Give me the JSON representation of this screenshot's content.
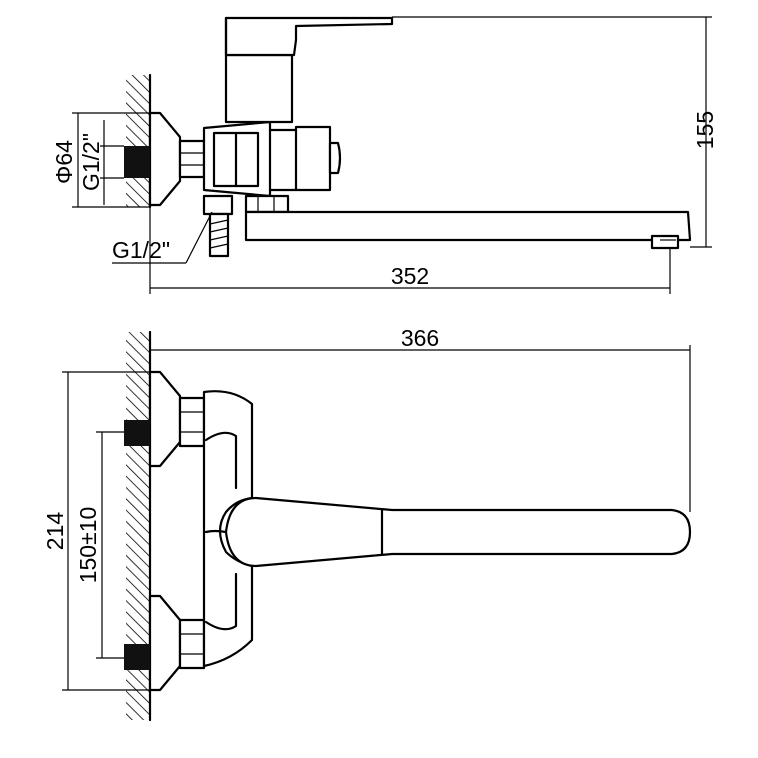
{
  "dimensions": {
    "top_height": "155",
    "top_length": "352",
    "flange_diameter": "Φ64",
    "inlet_thread_top": "G1/2\"",
    "outlet_thread": "G1/2\"",
    "bottom_length": "366",
    "bottom_height": "214",
    "center_distance": "150±10"
  },
  "colors": {
    "line": "#000000",
    "background": "#ffffff"
  }
}
